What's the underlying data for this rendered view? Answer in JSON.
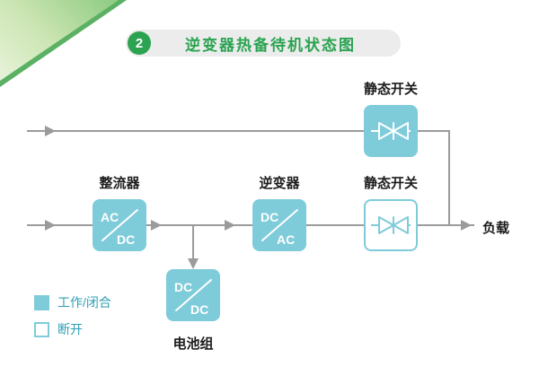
{
  "header": {
    "badge": "2",
    "title": "逆变器热备待机状态图"
  },
  "diagram": {
    "static_switch_top": {
      "label": "静态开关",
      "state": "closed"
    },
    "rectifier": {
      "label": "整流器",
      "top_text": "AC",
      "bottom_text": "DC"
    },
    "inverter": {
      "label": "逆变器",
      "top_text": "DC",
      "bottom_text": "AC"
    },
    "battery_converter": {
      "label": "电池组",
      "top_text": "DC",
      "bottom_text": "DC"
    },
    "static_switch_out": {
      "label": "静态开关",
      "state": "open"
    },
    "load_label": "负载"
  },
  "legend": {
    "items": [
      {
        "label": "工作/闭合",
        "swatch": "filled"
      },
      {
        "label": "断开",
        "swatch": "outline"
      }
    ]
  },
  "colors": {
    "teal": "#7ECBDA",
    "green": "#2BA351",
    "line": "#9B9B9B",
    "legend_text": "#2E9FB4"
  }
}
